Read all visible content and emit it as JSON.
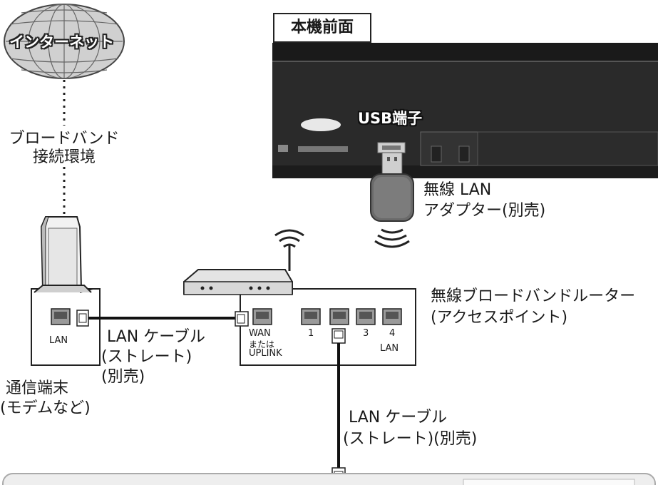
{
  "internet": {
    "label": "インターネット"
  },
  "broadband": {
    "line1": "ブロードバンド",
    "line2": "接続環境"
  },
  "unit_front": {
    "label": "本機前面"
  },
  "usb_port": {
    "label": "USB端子"
  },
  "wireless_adapter": {
    "line1": "無線 LAN",
    "line2": "アダプター(別売)"
  },
  "router": {
    "line1": "無線ブロードバンドルーター",
    "line2": "(アクセスポイント)"
  },
  "router_ports": {
    "wan_label": "WAN",
    "wan_or": "または",
    "uplink": "UPLINK",
    "port1": "1",
    "port3": "3",
    "port4": "4",
    "lan": "LAN"
  },
  "modem": {
    "port_label": "LAN",
    "line1": "通信端末",
    "line2": "(モデムなど)"
  },
  "cable1": {
    "line1": "LAN ケーブル",
    "line2": "(ストレート)",
    "line3": "(別売)"
  },
  "cable2": {
    "line1": "LAN ケーブル",
    "line2": "(ストレート)(別売)"
  }
}
